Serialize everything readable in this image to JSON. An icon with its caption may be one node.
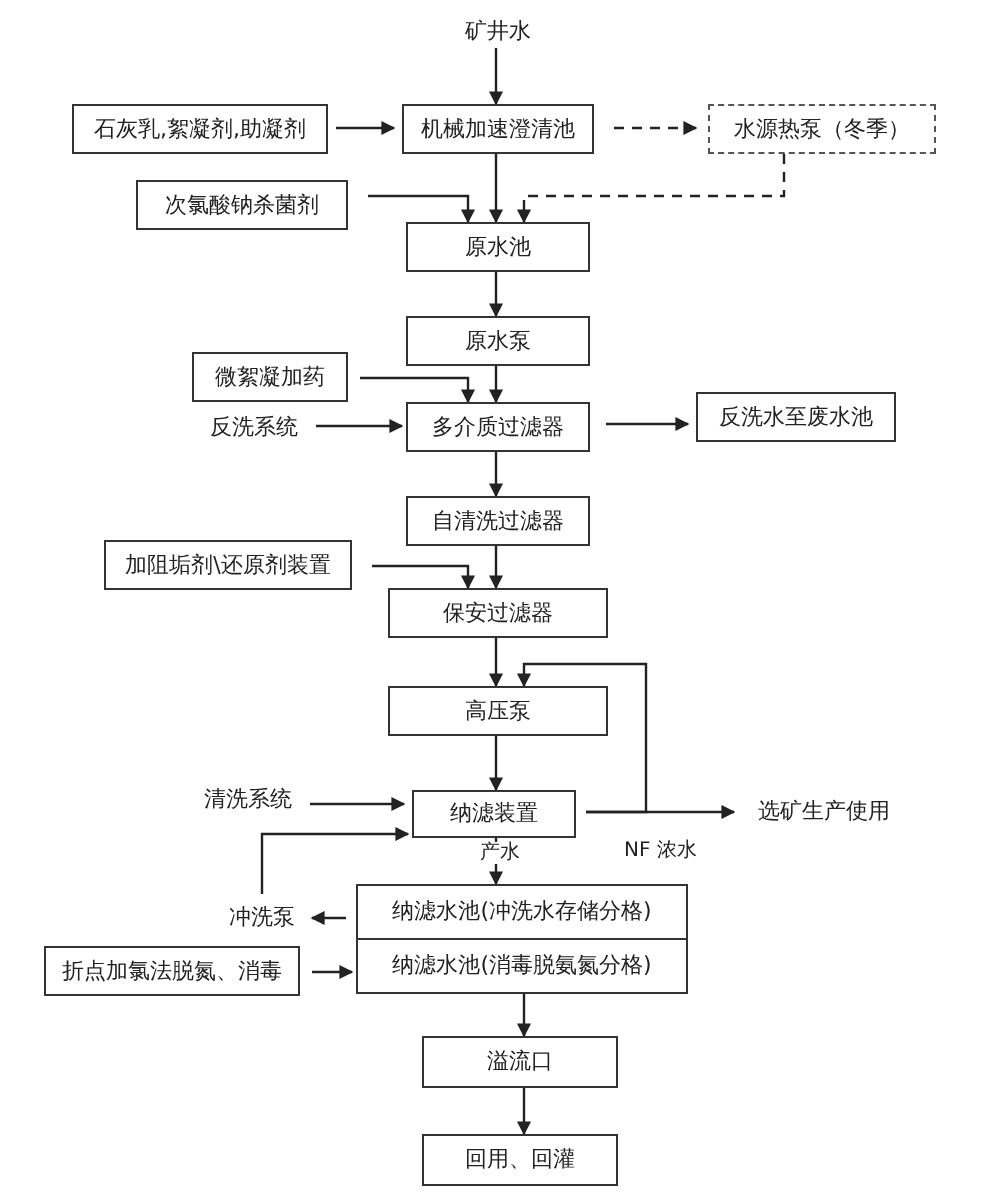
{
  "diagram": {
    "nodes": [
      {
        "text": [
          "矿井水"
        ]
      },
      {
        "text": [
          "石灰乳,絮凝剂,助凝剂"
        ]
      },
      {
        "text": [
          "机械加速澄清池"
        ]
      },
      {
        "text": [
          "水源热泵（冬季）"
        ]
      },
      {
        "text": [
          "次氯酸钠杀菌剂"
        ]
      },
      {
        "text": [
          "原水池"
        ]
      },
      {
        "text": [
          "原水泵"
        ]
      },
      {
        "text": [
          "微絮凝加药"
        ]
      },
      {
        "text": [
          "反洗系统"
        ]
      },
      {
        "text": [
          "多介质过滤器"
        ]
      },
      {
        "text": [
          "反洗水至废水池"
        ]
      },
      {
        "text": [
          "自清洗过滤器"
        ]
      },
      {
        "text": [
          "加阻垢剂\\还原剂装置"
        ]
      },
      {
        "text": [
          "保安过滤器"
        ]
      },
      {
        "text": [
          "高压泵"
        ]
      },
      {
        "text": [
          "清洗系统"
        ]
      },
      {
        "text": [
          "纳滤装置"
        ]
      },
      {
        "text": [
          "选矿生产使用"
        ]
      },
      {
        "text": [
          "冲洗泵"
        ]
      },
      {
        "text": [
          "纳滤水池(冲洗水存储分格)"
        ]
      },
      {
        "text": [
          "纳滤水池(消毒脱氨氮分格)"
        ]
      },
      {
        "text": [
          "折点加氯法脱氮、消毒"
        ]
      },
      {
        "text": [
          "溢流口"
        ]
      },
      {
        "text": [
          "回用、回灌"
        ]
      }
    ],
    "edges": [
      {
        "from": 0,
        "to": 2,
        "arrow": "to"
      },
      {
        "from": 1,
        "to": 2,
        "arrow": "to"
      },
      {
        "from": 2,
        "to": 3,
        "arrow": "to",
        "style": "dashed"
      },
      {
        "from": 3,
        "to": 5,
        "arrow": "to",
        "style": "dashed"
      },
      {
        "from": 2,
        "to": 5,
        "arrow": "to"
      },
      {
        "from": 4,
        "to": 5,
        "arrow": "to"
      },
      {
        "from": 5,
        "to": 6,
        "arrow": "to"
      },
      {
        "from": 6,
        "to": 9,
        "arrow": "to"
      },
      {
        "from": 7,
        "to": 9,
        "arrow": "to"
      },
      {
        "from": 8,
        "to": 9,
        "arrow": "to"
      },
      {
        "from": 9,
        "to": 10,
        "arrow": "to"
      },
      {
        "from": 9,
        "to": 11,
        "arrow": "to"
      },
      {
        "from": 11,
        "to": 13,
        "arrow": "to"
      },
      {
        "from": 12,
        "to": 13,
        "arrow": "to"
      },
      {
        "from": 13,
        "to": 14,
        "arrow": "to"
      },
      {
        "from": 14,
        "to": 16,
        "arrow": "to"
      },
      {
        "from": 16,
        "to": 17,
        "arrow": "to",
        "label": "NF 浓水"
      },
      {
        "from": 16,
        "to": 14,
        "arrow": "to"
      },
      {
        "from": 15,
        "to": 16,
        "arrow": "to"
      },
      {
        "from": 18,
        "to": 16,
        "arrow": "to"
      },
      {
        "from": 16,
        "to": 19,
        "arrow": "to",
        "label": "产水"
      },
      {
        "from": 19,
        "to": 18,
        "arrow": "to"
      },
      {
        "from": 21,
        "to": 20,
        "arrow": "to"
      },
      {
        "from": 20,
        "to": 22,
        "arrow": "to"
      },
      {
        "from": 22,
        "to": 23,
        "arrow": "to"
      }
    ]
  }
}
